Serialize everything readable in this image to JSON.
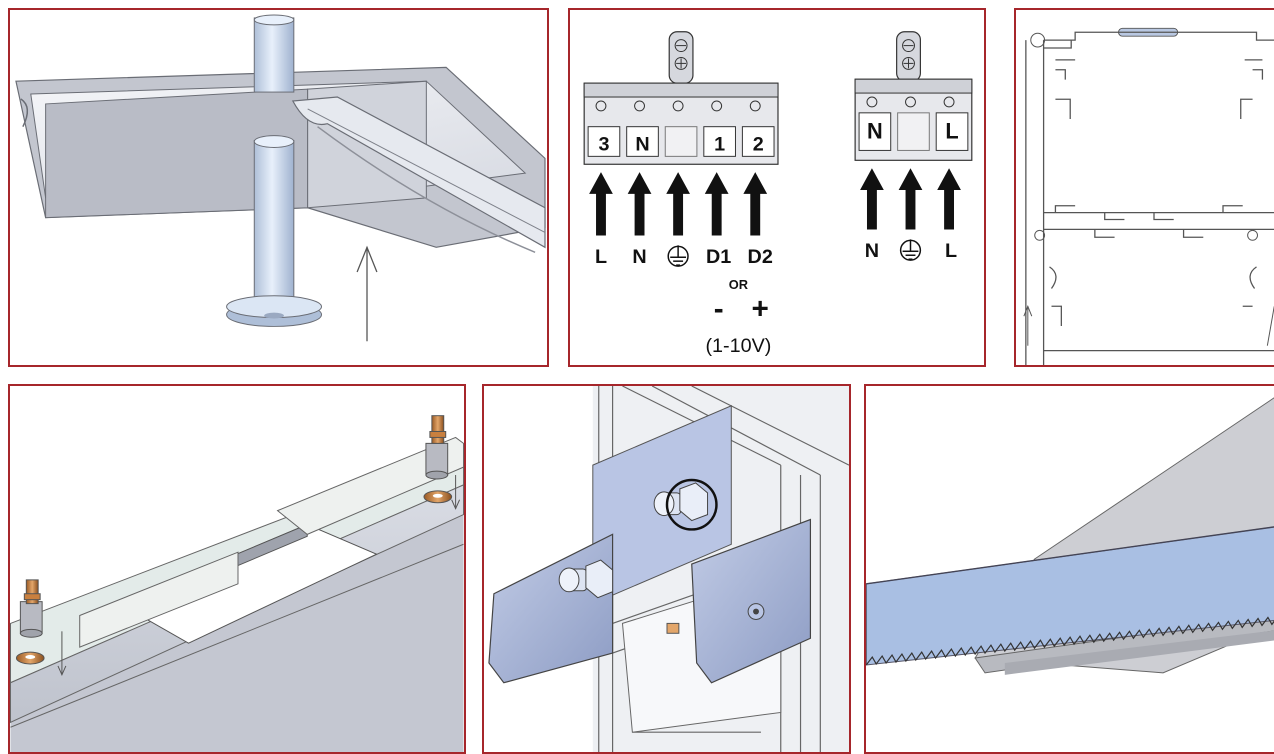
{
  "colors": {
    "frame": "#a6262b",
    "aluminum": "#cfd3dc",
    "pin": "#c7d7ec",
    "copper": "#c9803f",
    "blade": "#a9bfe3"
  },
  "terminal_left": {
    "slots": [
      "3",
      "N",
      "",
      "1",
      "2"
    ],
    "wires": [
      "L",
      "N",
      "earth-icon",
      "D1",
      "D2"
    ],
    "or_text": "OR",
    "minus": "-",
    "plus": "+",
    "range": "(1-10V)"
  },
  "terminal_right": {
    "slots": [
      "N",
      "",
      "L"
    ],
    "wires": [
      "N",
      "earth-icon",
      "L"
    ]
  }
}
